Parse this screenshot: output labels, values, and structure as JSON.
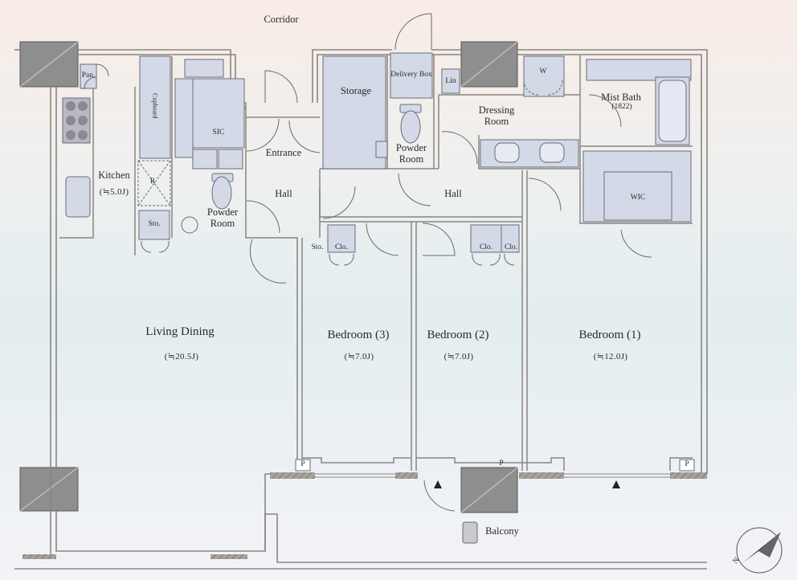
{
  "labels": {
    "corridor": "Corridor",
    "delivery_box": "Delivery Box",
    "pan": "Pan.",
    "lin": "Lin",
    "w": "W",
    "storage": "Storage",
    "powder_room_upper_1": "Powder",
    "powder_room_upper_2": "Room",
    "dressing_room_1": "Dressing",
    "dressing_room_2": "Room",
    "mist_bath": "Mist Bath",
    "mist_bath_size": "(1822)",
    "cupboard": "Cupboard",
    "sic": "SIC",
    "entrance": "Entrance",
    "kitchen": "Kitchen",
    "kitchen_area": "(≒5.0J)",
    "r": "R",
    "hall_left": "Hall",
    "hall_center": "Hall",
    "powder_room_lower_1": "Powder",
    "powder_room_lower_2": "Room",
    "wic": "WIC",
    "sto_kitchen": "Sto.",
    "sto_bed3": "Sto.",
    "clo_bed3": "Clo.",
    "clo_bed2_a": "Clo.",
    "clo_bed2_b": "Clo.",
    "living_dining": "Living Dining",
    "living_dining_area": "(≒20.5J)",
    "bedroom3": "Bedroom (3)",
    "bedroom3_area": "(≒7.0J)",
    "bedroom2": "Bedroom (2)",
    "bedroom2_area": "(≒7.0J)",
    "bedroom1": "Bedroom (1)",
    "bedroom1_area": "(≒12.0J)",
    "p_left": "P",
    "p_center": "P",
    "p_right": "P",
    "balcony": "Balcony",
    "north": "N"
  },
  "colors": {
    "wall": "#8a8580",
    "fixture_fill": "#d4d9e8",
    "fixture_stroke": "#6a6a78",
    "column": "#8e8e8e"
  }
}
